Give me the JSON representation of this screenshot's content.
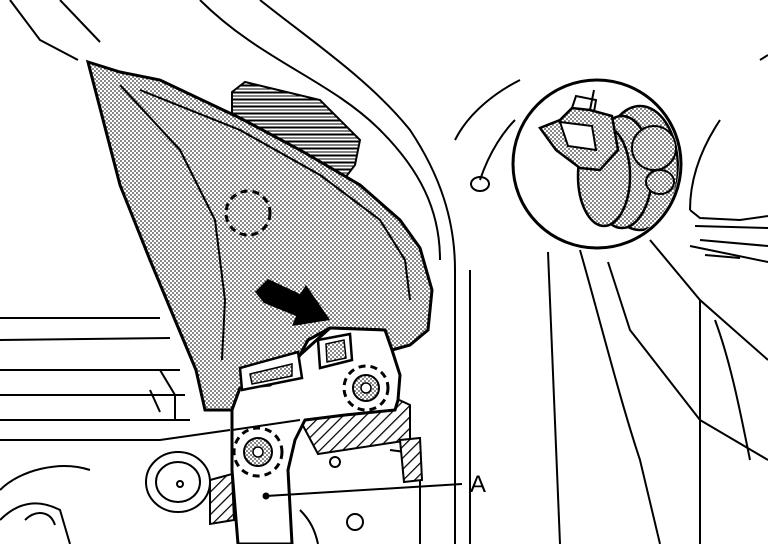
{
  "diagram": {
    "callouts": [
      {
        "id": "A",
        "label": "A"
      }
    ],
    "components": [
      "triangular-trim-cover",
      "clip-detail-inset",
      "removal-direction-arrow",
      "clip-locations",
      "door-frame",
      "bracket-A"
    ],
    "colors": {
      "line": "#000000",
      "background": "#ffffff",
      "shading": "#7a7a7a"
    }
  }
}
